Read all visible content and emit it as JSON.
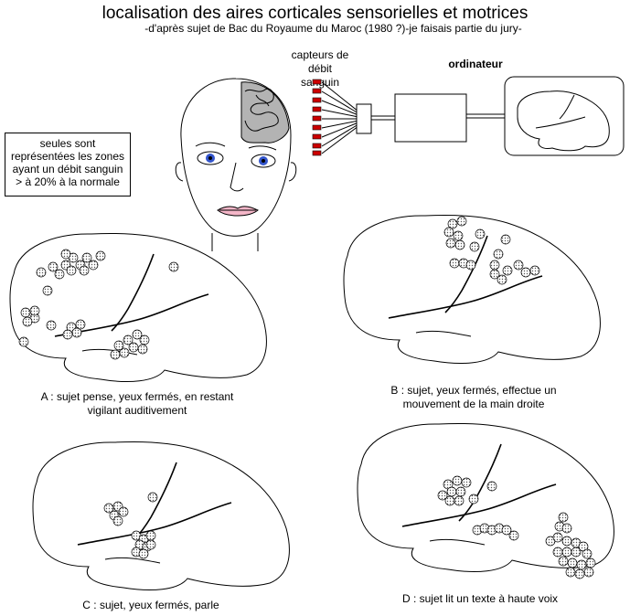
{
  "header": {
    "title": "localisation des aires corticales sensorielles et motrices",
    "subtitle": "-d'après sujet de Bac du Royaume du Maroc (1980 ?)-je faisais partie du jury-"
  },
  "legend": {
    "line1": "seules sont",
    "line2": "représentées les zones",
    "line3": "ayant un débit sanguin",
    "line4": "> à 20% à la normale"
  },
  "apparatus": {
    "sensors_line1": "capteurs de",
    "sensors_line2": "débit sanguin",
    "computer": "ordinateur"
  },
  "panels": {
    "a_line1": "A : sujet pense, yeux fermés, en restant",
    "a_line2": "vigilant auditivement",
    "b_line1": "B : sujet, yeux fermés, effectue un",
    "b_line2": "mouvement de la main droite",
    "c_line1": "C : sujet, yeux fermés,  parle",
    "d_line1": "D : sujet lit un texte à haute voix"
  },
  "colors": {
    "sensor_red": "#cc0000",
    "eye_blue": "#3355cc",
    "lips_pink": "#f4b6c8",
    "brain_gray": "#b3b3b3",
    "spot_fill": "#e4e4e4"
  }
}
